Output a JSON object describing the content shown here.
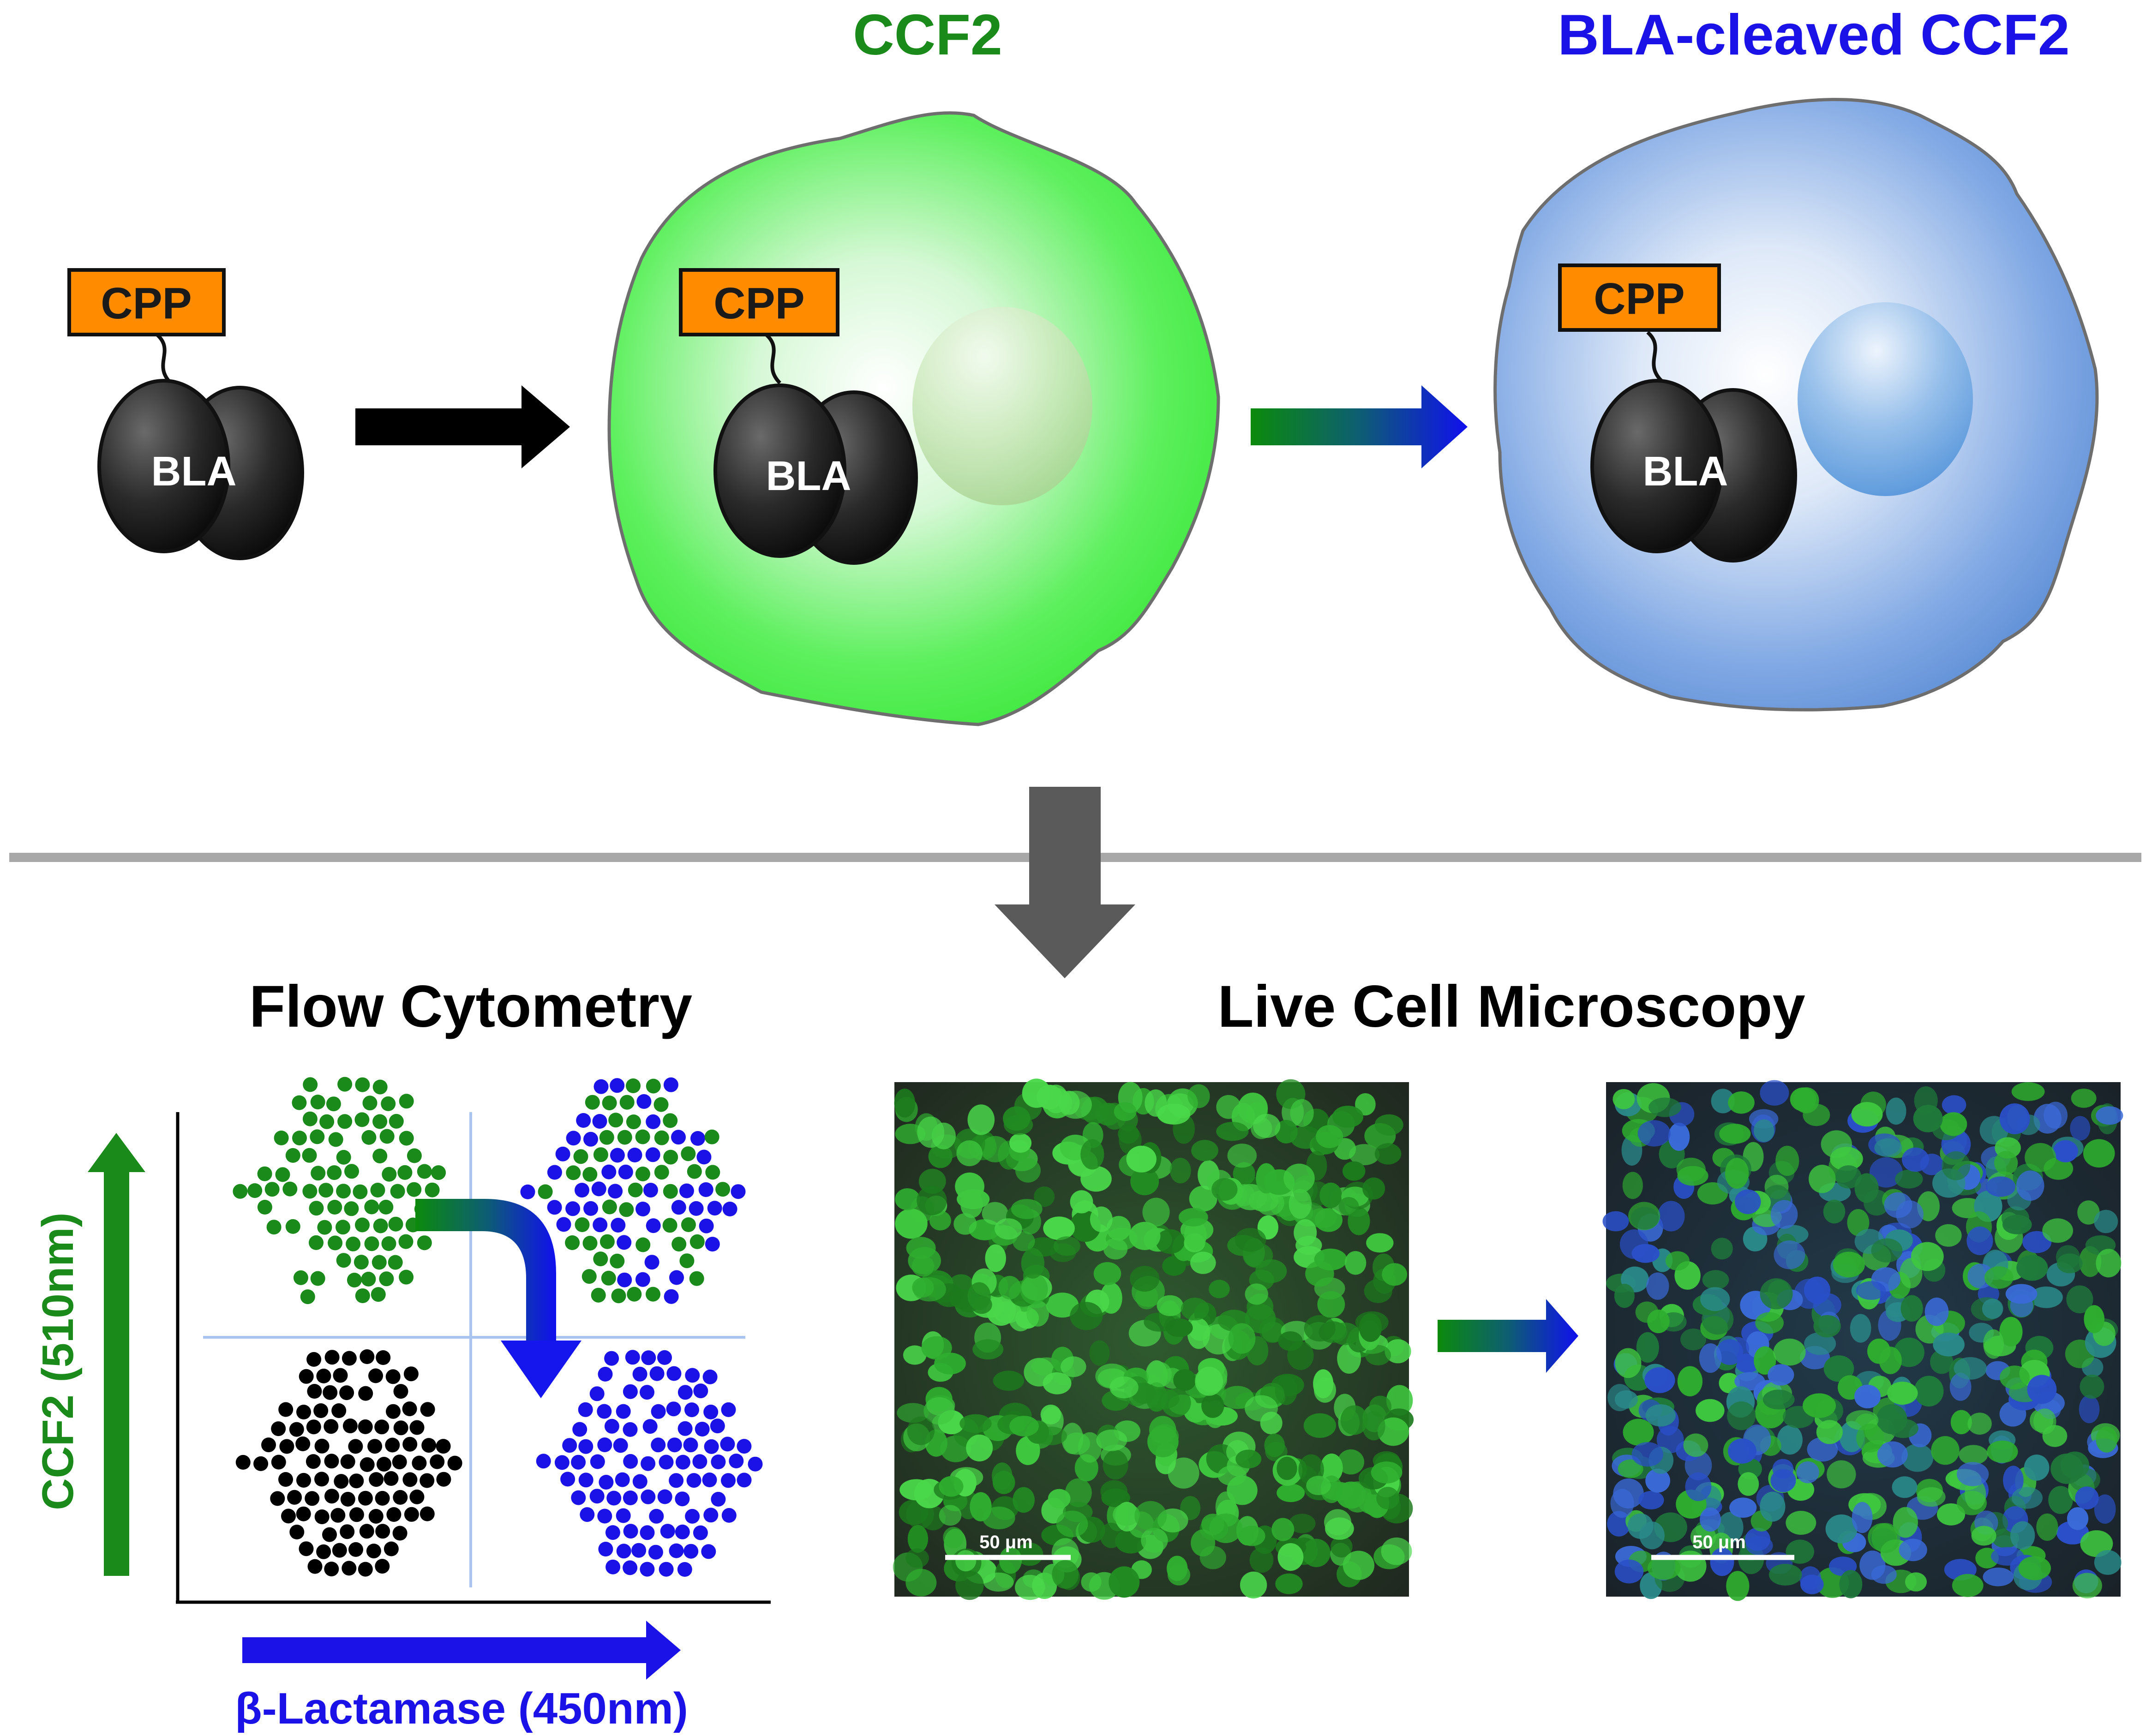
{
  "titles": {
    "ccf2": "CCF2",
    "bla_cleaved": "BLA-cleaved CCF2",
    "flow": "Flow Cytometry",
    "microscopy": "Live Cell Microscopy"
  },
  "construct": {
    "tag_label": "CPP",
    "enzyme_label": "BLA"
  },
  "flow_axes": {
    "y_label": "CCF2 (510nm)",
    "x_label": "β-Lactamase (450nm)"
  },
  "microscopy": {
    "scale_bar_label": "50 μm"
  },
  "colors": {
    "ccf2_green": "#1a8a1a",
    "bla_blue": "#1a12e6",
    "cpp_orange": "#ff8c00",
    "cell_green": "#3fe83f",
    "cell_blue": "#6f9ee0",
    "divider_gray": "#a8a8a8",
    "arrow_gray": "#5a5a5a",
    "micrograph_bg": "#262a26"
  },
  "icons": {
    "process_arrow": "right-arrow-icon",
    "downstream_arrow": "down-arrow-icon"
  }
}
